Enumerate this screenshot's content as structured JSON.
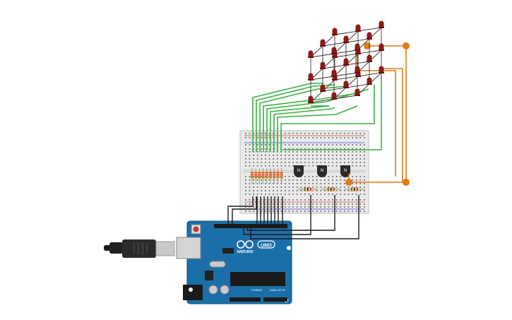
{
  "circuit": {
    "arduino": {
      "brand_label": "ARDUINO",
      "model_label": "UNO",
      "power_header_label": "POWER",
      "analog_header_label": "ANALOG IN",
      "color": "#1b6fa8"
    },
    "transistors": [
      {
        "marking": "N"
      },
      {
        "marking": "N"
      },
      {
        "marking": "N"
      }
    ],
    "led_cube": {
      "size": "3x3x3",
      "led_color": "#8b1a1a"
    },
    "wire_colors": {
      "green": "#3cb043",
      "orange": "#e07b12",
      "black": "#1a1a1a",
      "blue": "#2255cc"
    }
  }
}
